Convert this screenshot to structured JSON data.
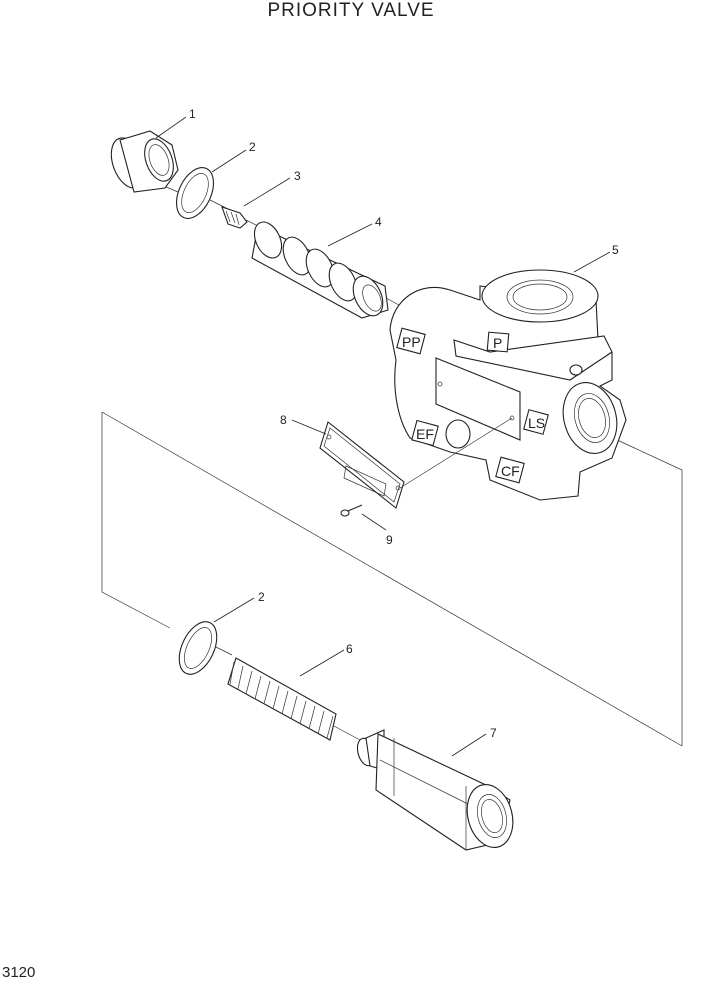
{
  "title": "PRIORITY VALVE",
  "page_number": "3120",
  "callouts": {
    "c1": "1",
    "c2a": "2",
    "c3": "3",
    "c4": "4",
    "c5": "5",
    "c8": "8",
    "c9": "9",
    "c2b": "2",
    "c6": "6",
    "c7": "7"
  },
  "ports": {
    "pp": "PP",
    "p": "P",
    "ef": "EF",
    "ls": "LS",
    "cf": "CF"
  }
}
